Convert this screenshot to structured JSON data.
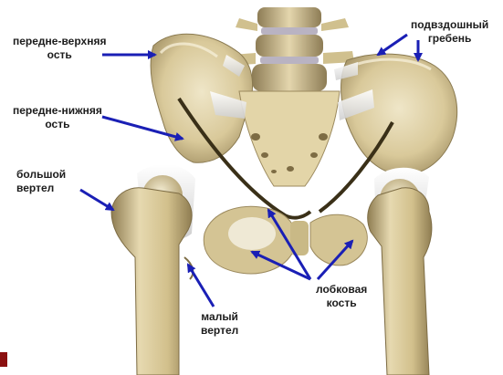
{
  "labels": {
    "asis": "передне-верхняя\nость",
    "aiis": "передне-нижняя\nость",
    "iliac_crest": "подвздошный\nгребень",
    "greater_trochanter": "большой\nвертел",
    "lesser_trochanter": "малый\nвертел",
    "pubic_bone": "лобковая\nкость"
  },
  "colors": {
    "arrow": "#1a1fb5",
    "bone": "#d9c99a",
    "bone_shadow": "#9c8a5e",
    "bone_light": "#efe6c8",
    "ligament": "#f2f2f2",
    "disc": "#b9b3c2",
    "corner_mark": "#8b1010"
  }
}
